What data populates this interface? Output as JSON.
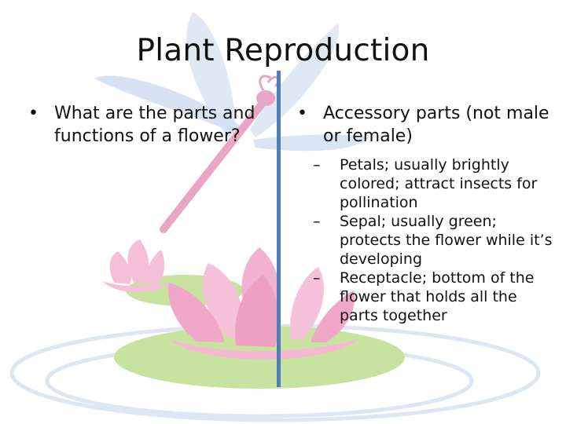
{
  "slide": {
    "title": "Plant Reproduction",
    "left": {
      "bullets": [
        {
          "marker": "•",
          "text": "What are the parts and functions of a flower?"
        }
      ]
    },
    "right": {
      "bullets": [
        {
          "marker": "•",
          "text": "Accessory parts (not male or female)"
        }
      ],
      "sub_items": [
        {
          "marker": "–",
          "text": "Petals; usually brightly colored; attract insects for pollination"
        },
        {
          "marker": "–",
          "text": "Sepal; usually green; protects the flower while it’s developing"
        },
        {
          "marker": "–",
          "text": "Receptacle; bottom of the flower that holds all the parts together"
        }
      ]
    }
  },
  "colors": {
    "divider": "#4f7fb8",
    "dragonfly_wing": "#c9d9ee",
    "dragonfly_body": "#e9a6c4",
    "lotus_pink": "#f2b1cf",
    "lily_pad": "#c8e2a0",
    "water_ring": "#dde7f3"
  }
}
